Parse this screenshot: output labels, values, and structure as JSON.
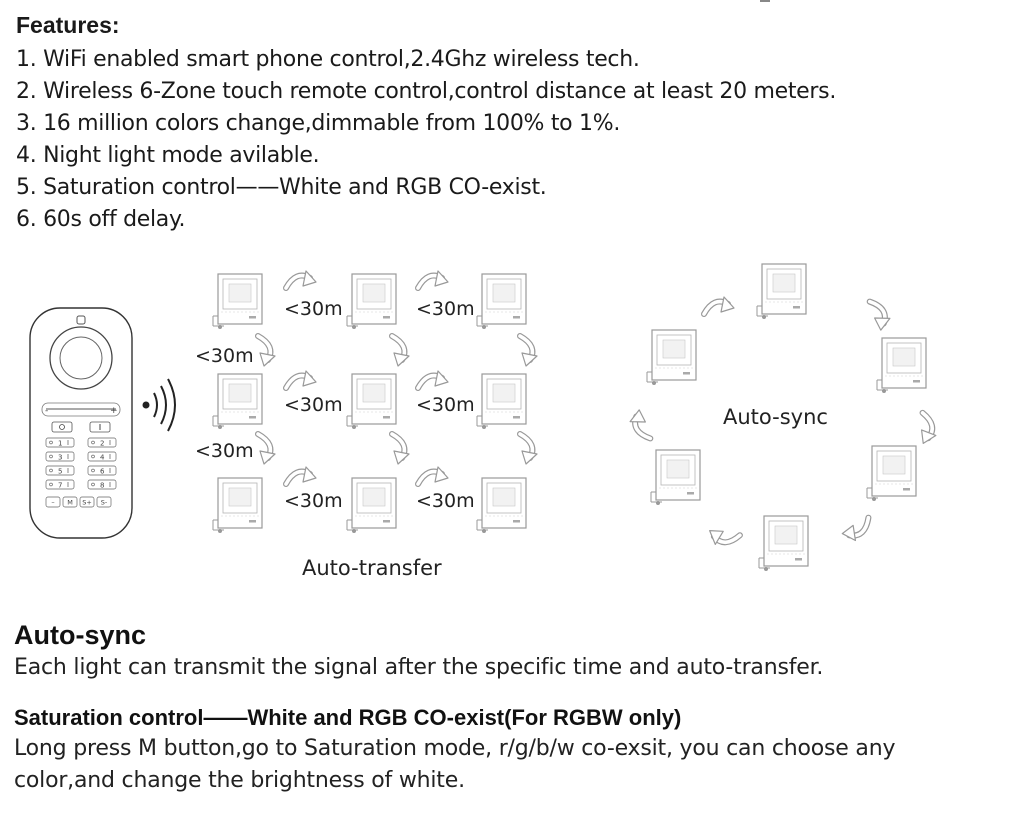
{
  "features": {
    "title": "Features:",
    "items": [
      "1. WiFi enabled smart phone control,2.4Ghz wireless tech.",
      "2. Wireless 6-Zone touch remote control,control distance at least 20 meters.",
      "3. 16 million colors change,dimmable from 100% to 1%.",
      "4. Night light mode avilable.",
      "5. Saturation control——White and RGB CO-exist.",
      "6. 60s off delay."
    ]
  },
  "diagram": {
    "distance_label": "<30m",
    "auto_transfer_label": "Auto-transfer",
    "auto_sync_label": "Auto-sync",
    "remote": {
      "zones": [
        "1",
        "2",
        "3",
        "4",
        "5",
        "6",
        "7",
        "8"
      ],
      "bottom_buttons": [
        "–",
        "M",
        "S+",
        "S-"
      ]
    }
  },
  "auto_sync": {
    "title": "Auto-sync",
    "text": "Each light can transmit the signal after the specific time and auto-transfer."
  },
  "saturation": {
    "title": "Saturation control——White and RGB CO-exist(For RGBW only)",
    "text_line1": "Long press M button,go to Saturation mode, r/g/b/w co-exsit, you can choose any",
    "text_line2": "color,and change the brightness of white."
  }
}
